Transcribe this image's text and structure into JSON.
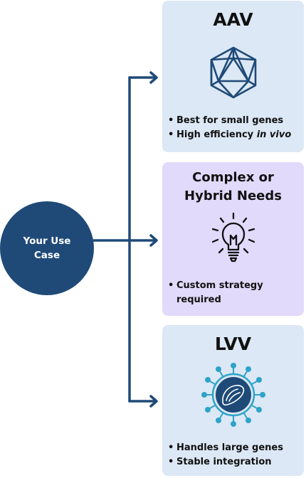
{
  "source": {
    "label": "Your Use Case"
  },
  "colors": {
    "navy": "#1f4a78",
    "card_blue": "#dce8f5",
    "card_purple": "#e1dafb",
    "lvv_accent": "#2ea3c9",
    "text": "#111111"
  },
  "cards": {
    "aav": {
      "title": "AAV",
      "icon": "icosahedron-icon",
      "bullets": [
        "Best for small genes",
        "High efficiency"
      ],
      "bullet_emphasis": "in vivo"
    },
    "complex": {
      "title_line1": "Complex or",
      "title_line2": "Hybrid Needs",
      "icon": "lightbulb-icon",
      "bullets_line1": "Custom strategy",
      "bullets_line2": "required"
    },
    "lvv": {
      "title": "LVV",
      "icon": "lentivirus-icon",
      "bullets": [
        "Handles large genes",
        "Stable integration"
      ]
    }
  }
}
